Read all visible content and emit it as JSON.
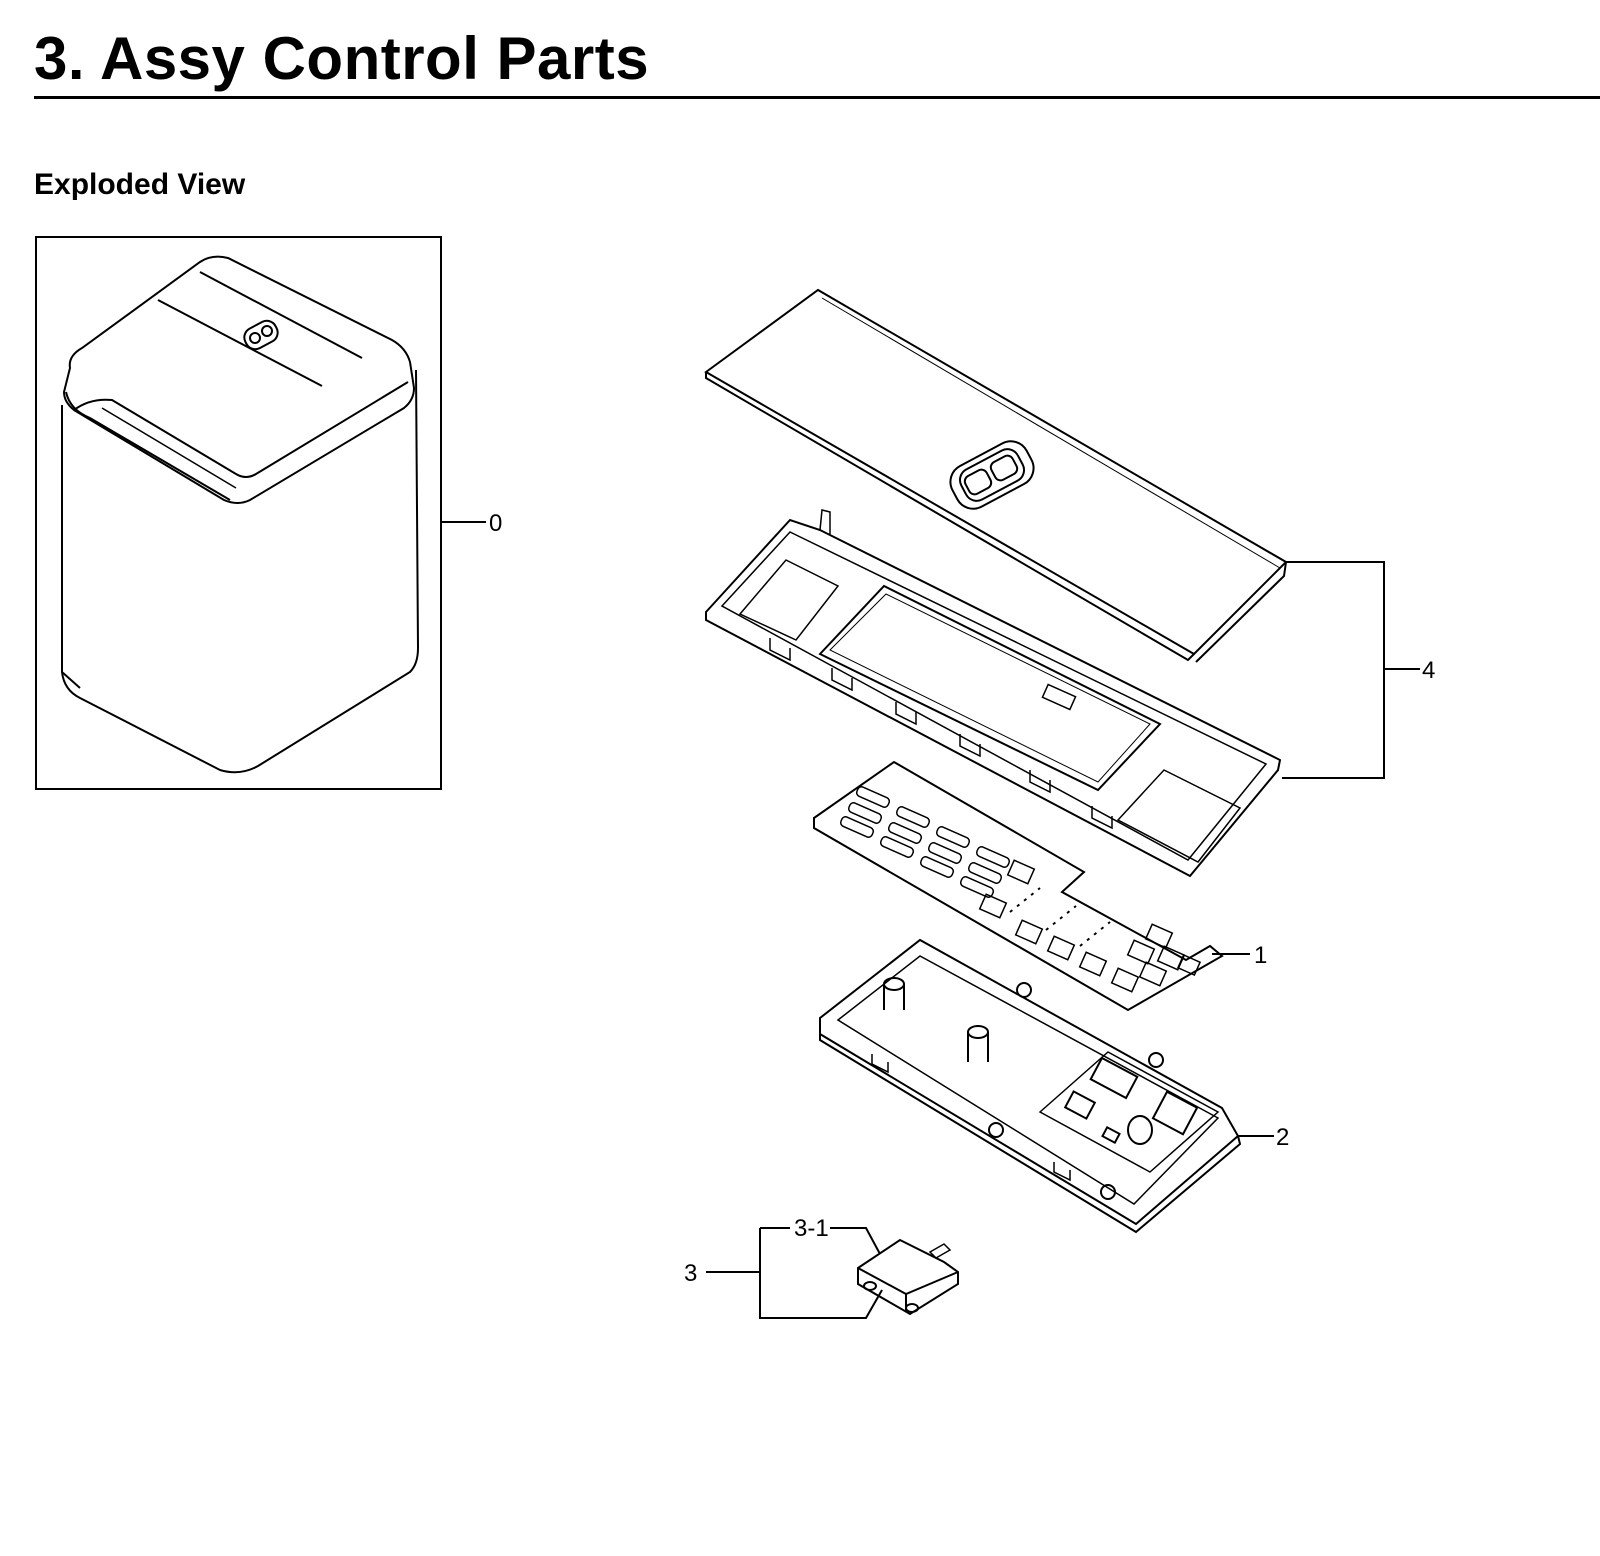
{
  "header": {
    "title": "3.  Assy Control Parts",
    "subtitle": "Exploded View"
  },
  "callouts": {
    "washer_assembly": "0",
    "keypad_sheet": "1",
    "control_box": "2",
    "sensor_assy": "3",
    "sensor_part": "3-1",
    "control_panel_assy": "4"
  }
}
